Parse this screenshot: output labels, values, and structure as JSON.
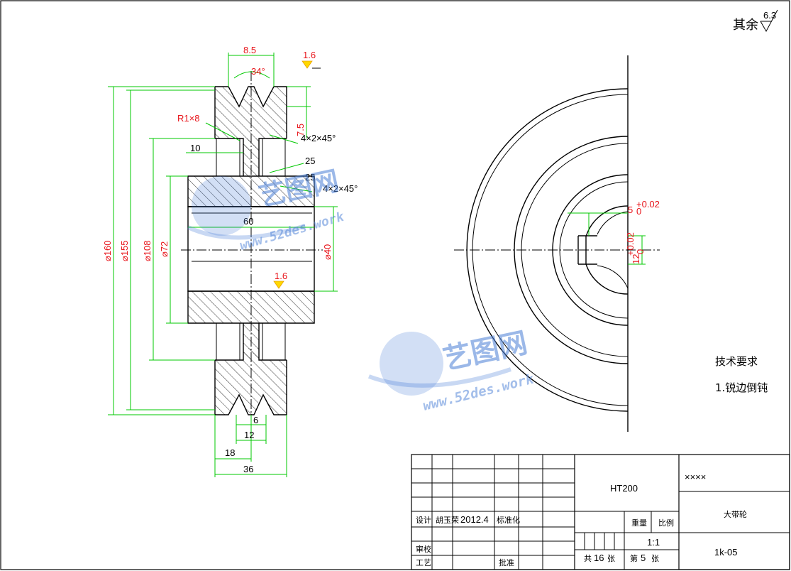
{
  "corner_note": {
    "text": "其余",
    "roughness": "6.3"
  },
  "dimensions": {
    "groove_pitch": "8.5",
    "groove_angle": "34°",
    "roughness_groove": "1.6",
    "fillet": "R1×8",
    "groove_depth": "7.5",
    "chamfer_top": "4×2×45°",
    "web_width": "10",
    "rough_web_1": "25",
    "rough_web_2": "25",
    "chamfer_hub": "4×2×45°",
    "hub_length": "60",
    "bore_dia": "⌀40",
    "roughness_bore": "1.6",
    "dia_160": "⌀160",
    "dia_155": "⌀155",
    "dia_108": "⌀108",
    "dia_72": "⌀72",
    "bottom_6": "6",
    "bottom_12": "12",
    "bottom_18": "18",
    "bottom_36": "36",
    "keyway_width": "5",
    "keyway_width_tol": "+0.02",
    "keyway_width_tol_low": "0",
    "keyway_depth": "12",
    "keyway_depth_tol": "+0.02",
    "keyway_depth_tol_low": "0"
  },
  "tech_req": {
    "title": "技术要求",
    "item1": "1.锐边倒钝"
  },
  "title_block": {
    "material": "HT200",
    "company": "××××",
    "part_name": "大带轮",
    "drawing_no": "1k-05",
    "designer_label": "设计",
    "designer": "胡玉荣",
    "date": "2012.4",
    "standard_label": "标准化",
    "review_label": "审校",
    "process_label": "工艺",
    "approve_label": "批准",
    "weight_label": "重量",
    "scale_label": "比例",
    "scale": "1:1",
    "total_label": "共",
    "total": "16",
    "total_unit": "张",
    "sheet_label": "第",
    "sheet": "5",
    "sheet_unit": "张"
  },
  "watermark": {
    "brand": "艺图网",
    "url": "www.52des.work"
  }
}
